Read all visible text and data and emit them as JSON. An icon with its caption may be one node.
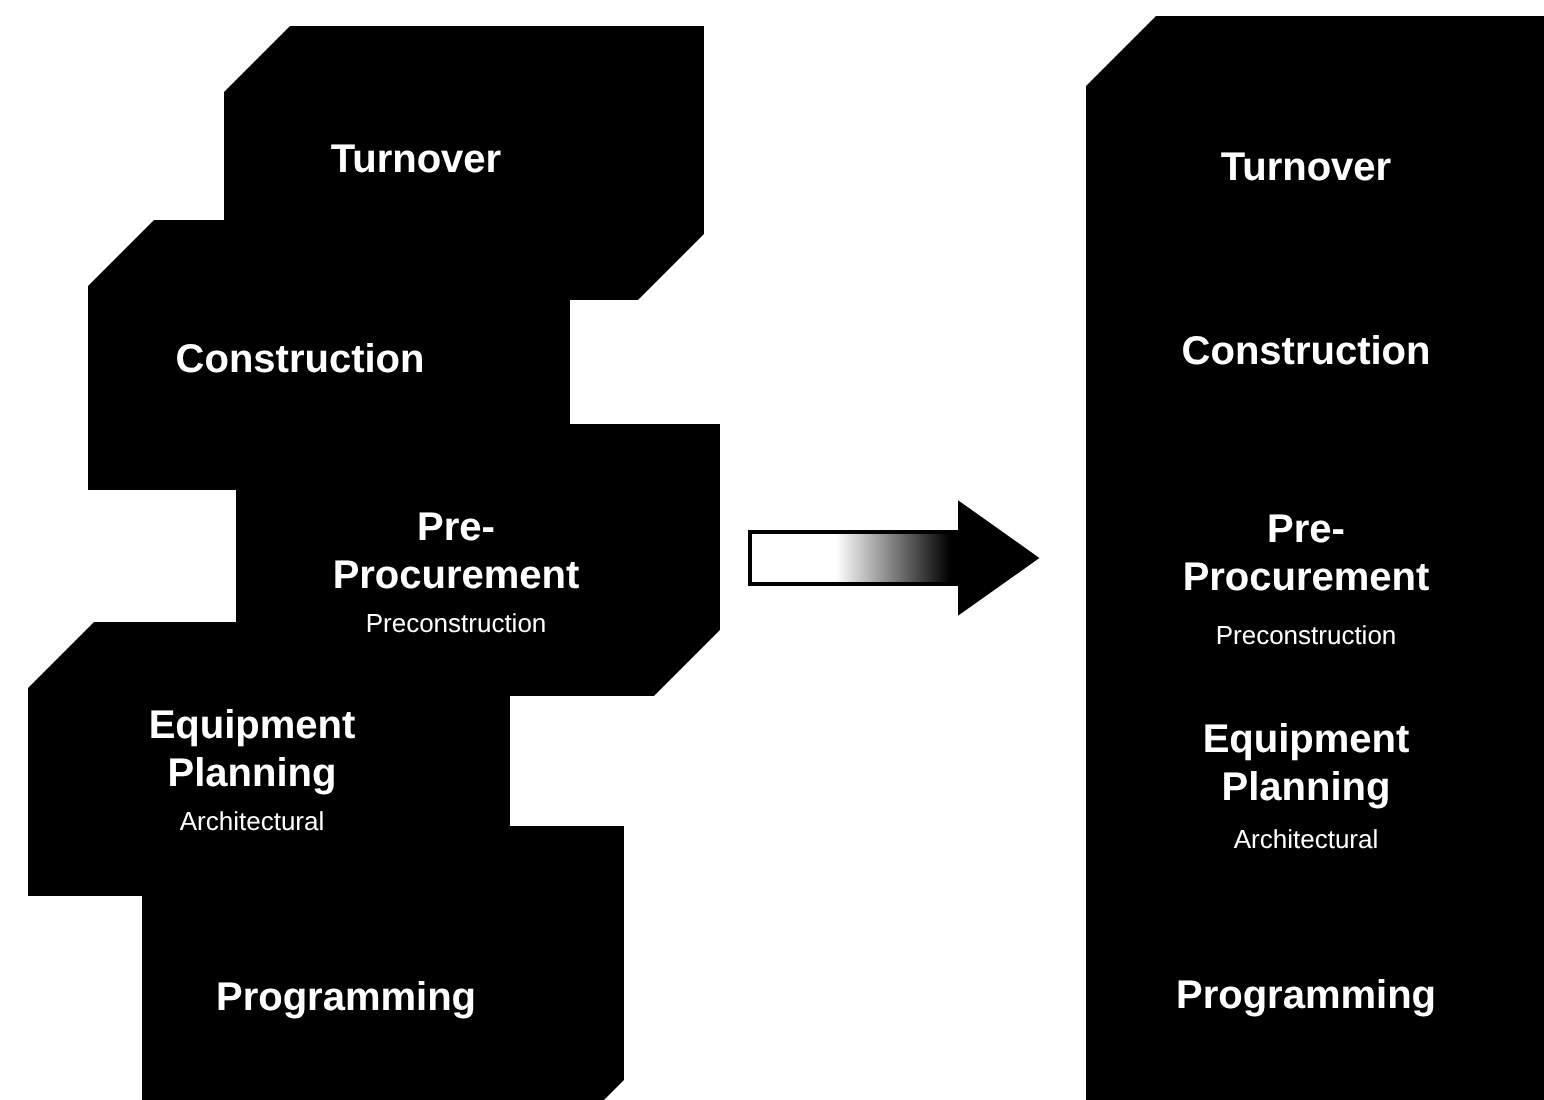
{
  "diagram": {
    "nodes": [
      {
        "text": [
          "Turnover"
        ]
      },
      {
        "text": [
          "Construction"
        ]
      },
      {
        "text": [
          "Pre- Procurement",
          "Preconstruction"
        ]
      },
      {
        "text": [
          "Equipment Planning",
          "Architectural"
        ]
      },
      {
        "text": [
          "Programming"
        ]
      },
      {
        "text": [
          "Turnover",
          "Construction",
          "Pre- Procurement",
          "Preconstruction",
          "Equipment Planning",
          "Architectural",
          "Programming"
        ]
      }
    ],
    "edges": [
      {
        "from": 2,
        "to": 5,
        "arrow": "to"
      }
    ]
  }
}
